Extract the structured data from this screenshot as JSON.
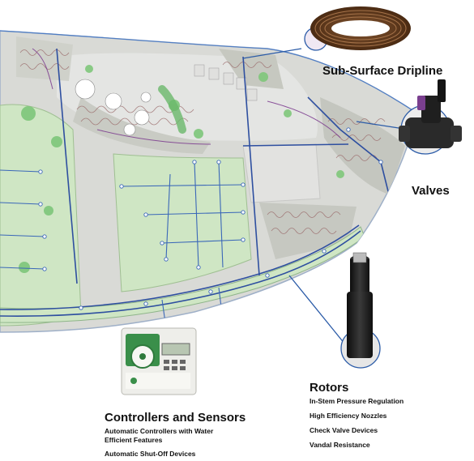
{
  "callouts": {
    "dripline": {
      "title": "Sub-Surface Dripline"
    },
    "valves": {
      "title": "Valves"
    },
    "rotors": {
      "title": "Rotors",
      "features": [
        "In-Stem Pressure Regulation",
        "High Efficiency Nozzles",
        "Check Valve Devices",
        "Vandal Resistance"
      ]
    },
    "controllers": {
      "title": "Controllers and Sensors",
      "features": [
        "Automatic Controllers with Water Efficient Features",
        "Automatic Shut-Off Devices"
      ]
    }
  },
  "colors": {
    "turf": "#cfe6c4",
    "turf_dark": "#b8d9ab",
    "plaza": "#dedfe0",
    "bed": "#c9cbc4",
    "bed_pattern": "#9a6a6a",
    "pipe_main": "#2e4fa0",
    "pipe_lateral": "#3a67b8",
    "zone_purple": "#7b3a8e",
    "callout_line": "#2c5ca8",
    "tree": "#7ec67a",
    "dripline_brown": "#6b3f1e",
    "valve_purple": "#7a3f8f",
    "rotor_black": "#1c1c1c"
  },
  "icons": [
    "dripline-coil-icon",
    "valve-icon",
    "rotor-icon",
    "controller-icon"
  ]
}
